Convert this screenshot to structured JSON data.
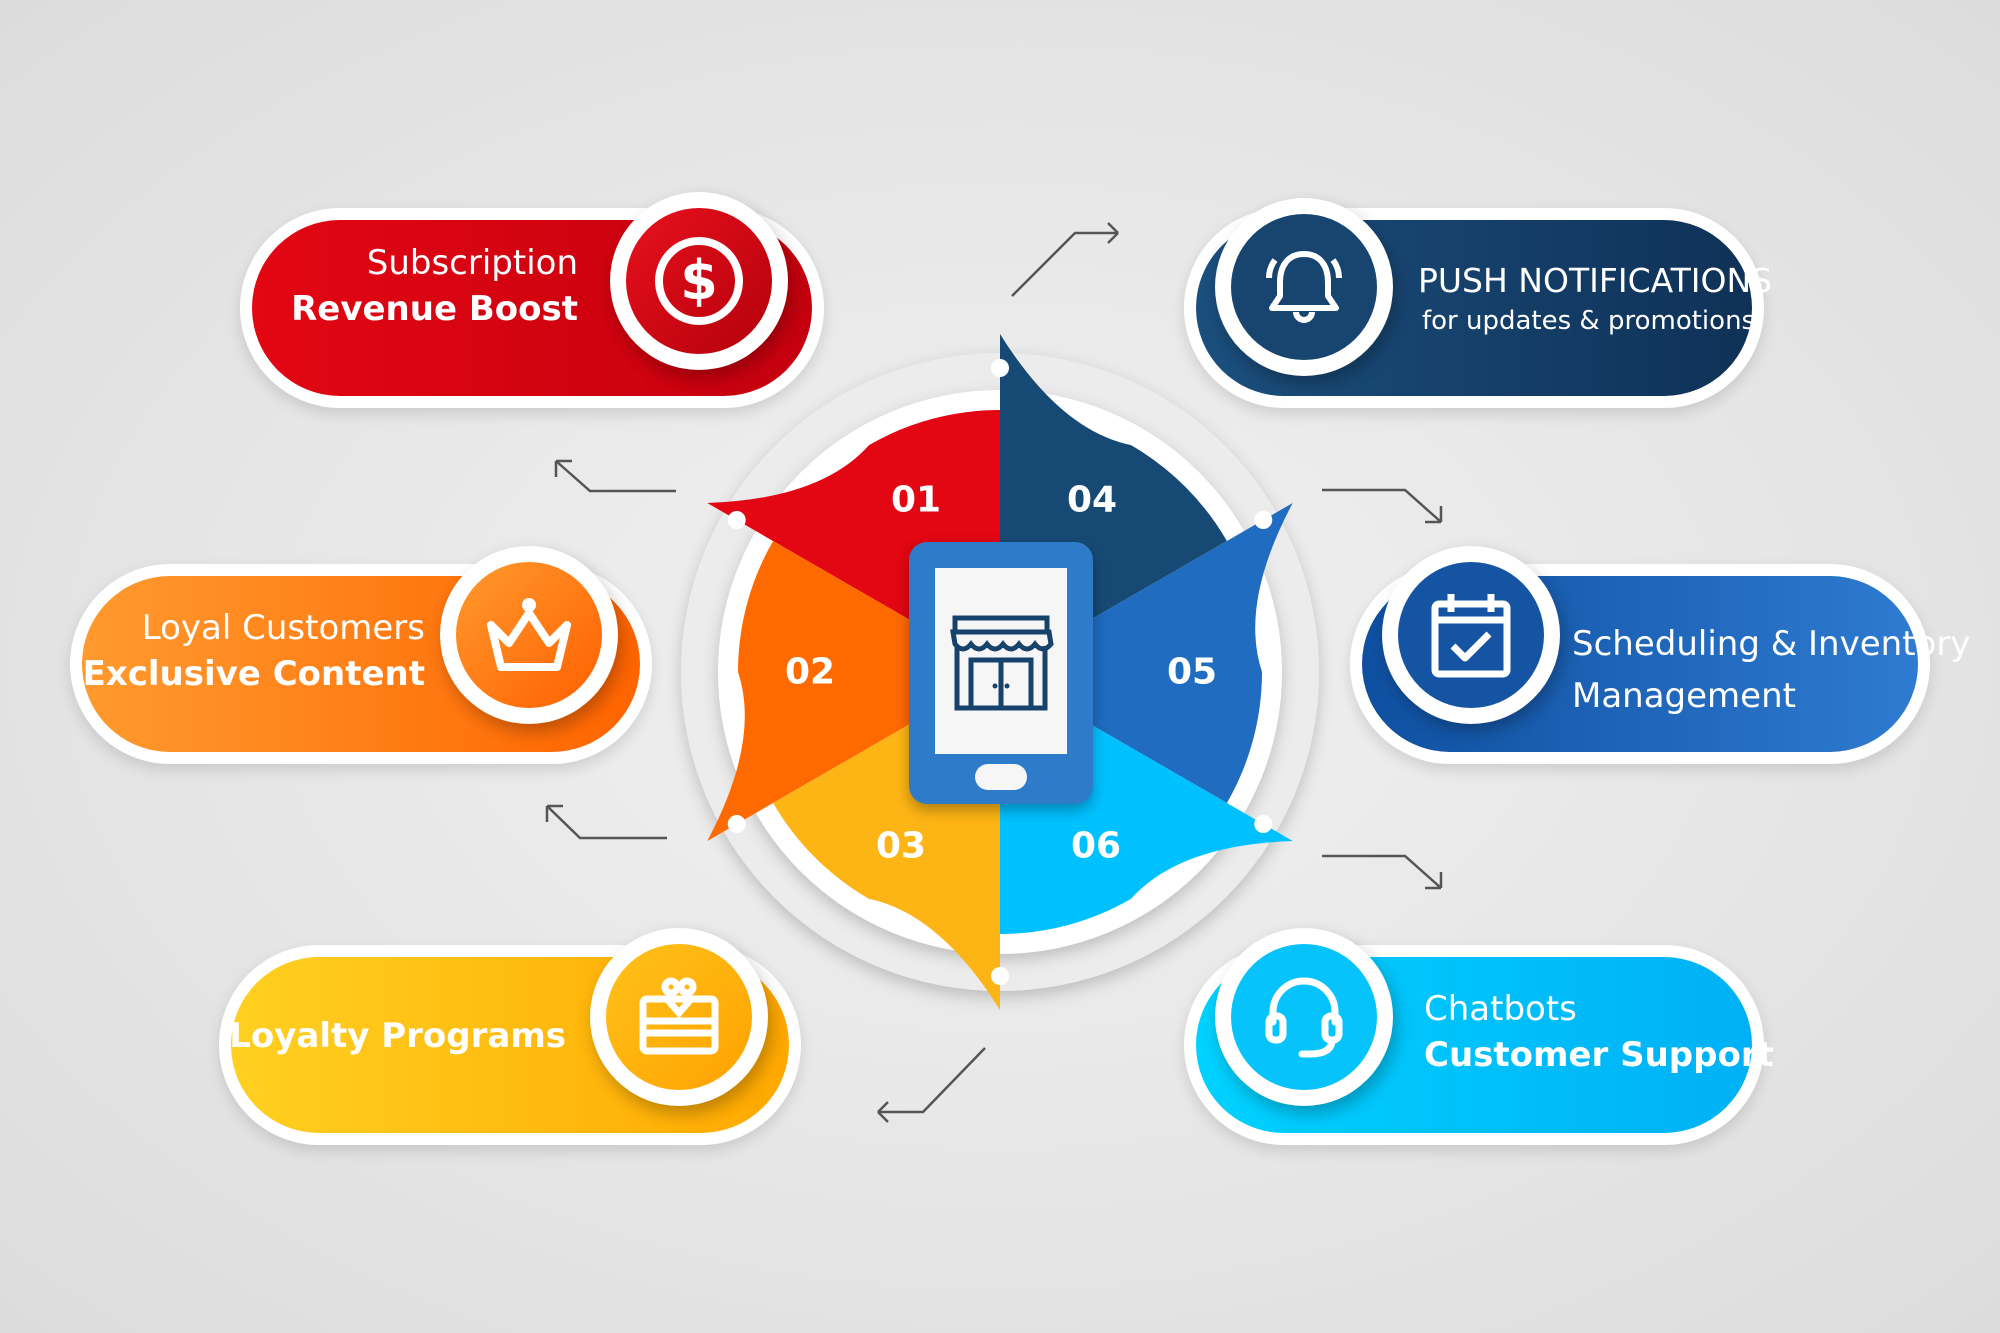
{
  "center": {
    "icon": "storefront-icon",
    "device": "mobile-phone"
  },
  "steps": [
    {
      "number": "01",
      "color": "#e30613"
    },
    {
      "number": "02",
      "color": "#ff6a00"
    },
    {
      "number": "03",
      "color": "#fdb515"
    },
    {
      "number": "04",
      "color": "#164a75"
    },
    {
      "number": "05",
      "color": "#1f6cc0"
    },
    {
      "number": "06",
      "color": "#00c1ff"
    }
  ],
  "cards": {
    "subscription": {
      "line1": "Subscription",
      "line2": "Revenue Boost",
      "icon": "dollar-icon"
    },
    "loyal": {
      "line1": "Loyal Customers",
      "line2": "Exclusive Content",
      "icon": "crown-icon"
    },
    "loyalty": {
      "line1": "Loyalty Programs",
      "icon": "gift-card-icon"
    },
    "push": {
      "line1": "PUSH NOTIFICATIONS",
      "line2": "for updates & promotions",
      "icon": "bell-icon"
    },
    "scheduling": {
      "line1": "Scheduling & Inventory",
      "line2": "Management",
      "icon": "calendar-check-icon"
    },
    "chatbots": {
      "line1": "Chatbots",
      "line2": "Customer Support",
      "icon": "headset-icon"
    }
  }
}
